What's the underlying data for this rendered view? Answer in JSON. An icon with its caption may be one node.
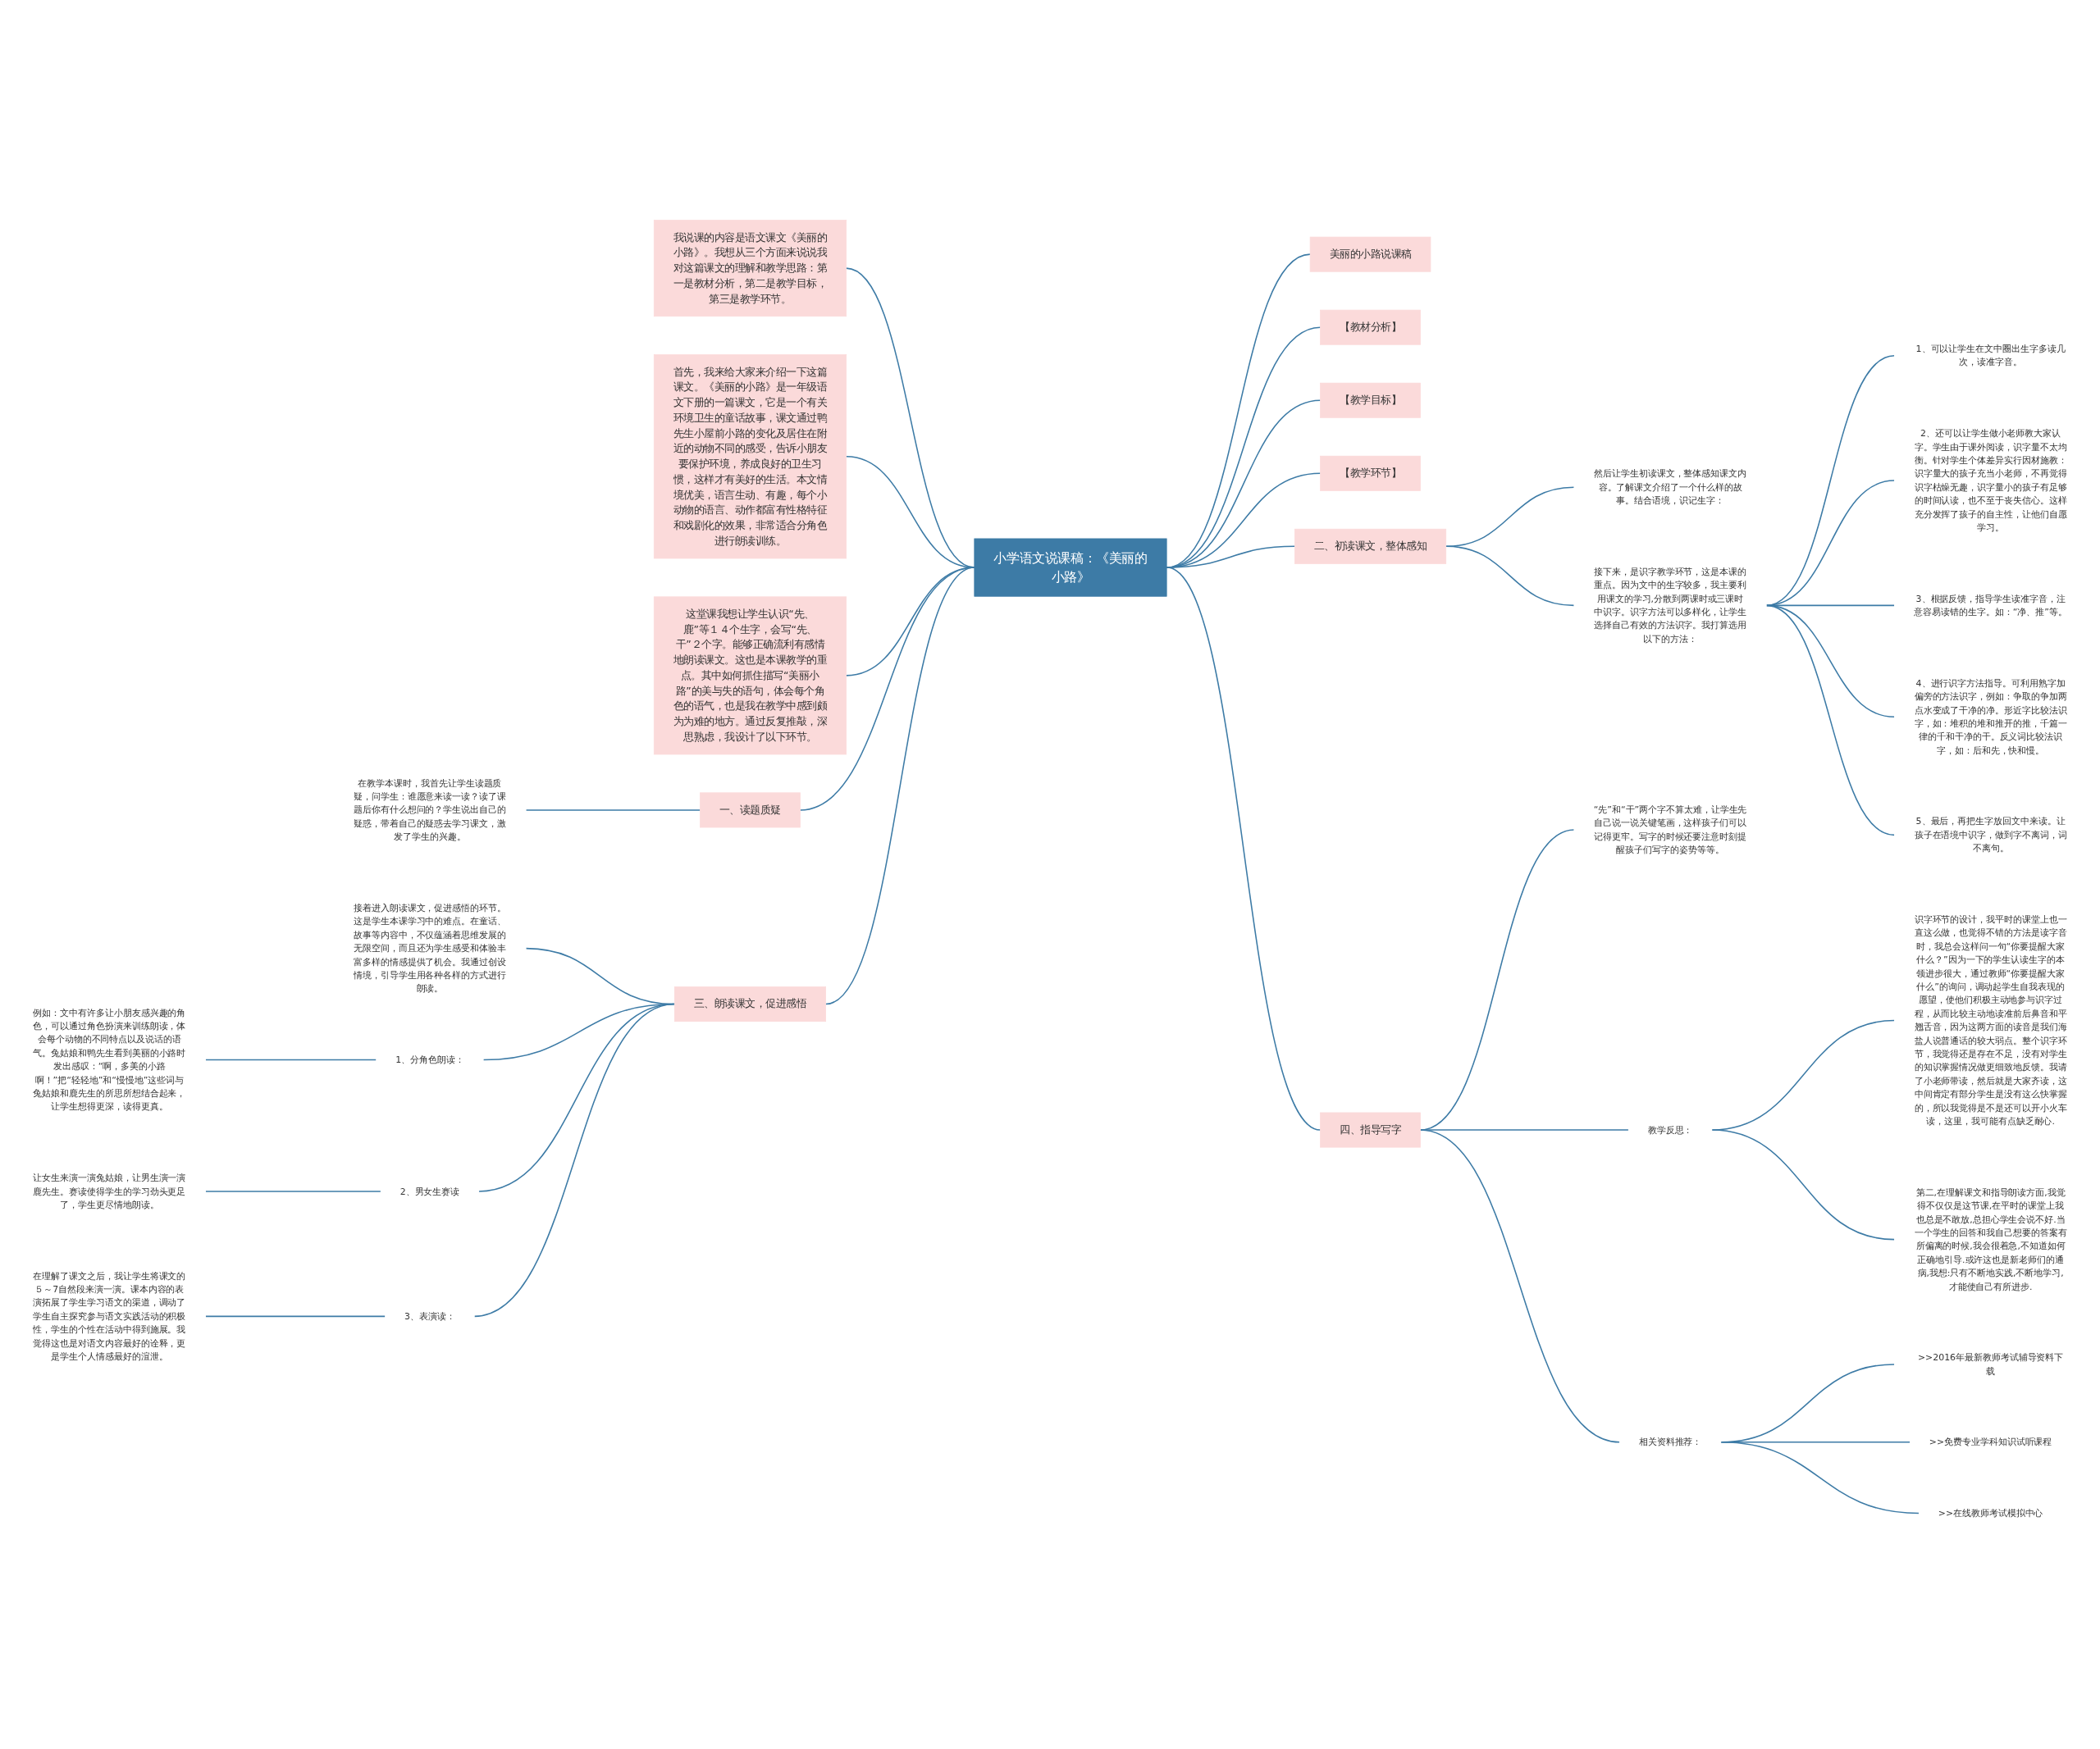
{
  "diagram": {
    "nodes": [
      {
        "text": [
          "小学语文说课稿：《美丽的小路》"
        ]
      },
      {
        "text": [
          "美丽的小路说课稿"
        ]
      },
      {
        "text": [
          "【教材分析】"
        ]
      },
      {
        "text": [
          "【教学目标】"
        ]
      },
      {
        "text": [
          "【教学环节】"
        ]
      },
      {
        "text": [
          "二、初读课文，整体感知"
        ]
      },
      {
        "text": [
          "然后让学生初读课文，整体感知课文内容。了解课文介绍了一个什么样的故事。结合语境，识记生字："
        ]
      },
      {
        "text": [
          "接下来，是识字教学环节，这是本课的重点。因为文中的生字较多，我主要利用课文的学习,分散到两课时或三课时中识字。识字方法可以多样化，让学生选择自己有效的方法识字。我打算选用以下的方法："
        ]
      },
      {
        "text": [
          "1、可以让学生在文中圈出生字多读几次，读准字音。"
        ]
      },
      {
        "text": [
          "2、还可以让学生做小老师教大家认字。学生由于课外阅读，识字量不太均衡。针对学生个体差异实行因材施教：识字量大的孩子充当小老师，不再觉得识字枯燥无趣，识字量小的孩子有足够的时间认读，也不至于丧失信心。这样充分发挥了孩子的自主性，让他们自愿学习。"
        ]
      },
      {
        "text": [
          "3、根据反馈，指导学生读准字音，注意容易读错的生字。如：“净、推”等。"
        ]
      },
      {
        "text": [
          "4、进行识字方法指导。可利用熟字加偏旁的方法识字，例如：争取的争加两点水变成了干净的净。形近字比较法识字，如：堆积的堆和推开的推，千篇一律的千和干净的干。反义词比较法识字，如：后和先，快和慢。"
        ]
      },
      {
        "text": [
          "5、最后，再把生字放回文中来读。让孩子在语境中识字，做到字不离词，词不离句。"
        ]
      },
      {
        "text": [
          "四、指导写字"
        ]
      },
      {
        "text": [
          "“先”和“干”两个字不算太难，让学生先自己说一说关键笔画，这样孩子们可以记得更牢。写字的时候还要注意时刻提醒孩子们写字的姿势等等。"
        ]
      },
      {
        "text": [
          "教学反思："
        ]
      },
      {
        "text": [
          "识字环节的设计，我平时的课堂上也一直这么做，也觉得不错的方法是读字音时，我总会这样问一句“你要提醒大家什么？”因为一下的学生认读生字的本领进步很大，通过教师“你要提醒大家什么”的询问，调动起学生自我表现的愿望，使他们积极主动地参与识字过程，从而比较主动地读准前后鼻音和平翘舌音，因为这两方面的读音是我们海盐人说普通话的较大弱点。整个识字环节，我觉得还是存在不足，没有对学生的知识掌握情况做更细致地反馈。我请了小老师带读，然后就是大家齐读，这中间肯定有部分学生是没有这么快掌握的，所以我觉得是不是还可以开小火车读，这里，我可能有点缺乏耐心."
        ]
      },
      {
        "text": [
          "第二,在理解课文和指导朗读方面,我觉得不仅仅是这节课,在平时的课堂上我也总是不敢放,总担心学生会说不好.当一个学生的回答和我自己想要的答案有所偏离的时候,我会很着急,不知道如何正确地引导.或许这也是新老师们的通病,我想:只有不断地实践,不断地学习,才能使自己有所进步."
        ]
      },
      {
        "text": [
          "相关资料推荐："
        ]
      },
      {
        "text": [
          ">>2016年最新教师考试辅导资料下载"
        ]
      },
      {
        "text": [
          ">>免费专业学科知识试听课程"
        ]
      },
      {
        "text": [
          ">>在线教师考试模拟中心"
        ]
      },
      {
        "text": [
          "我说课的内容是语文课文《美丽的小路》。我想从三个方面来说说我对这篇课文的理解和教学思路：第一是教材分析，第二是教学目标，第三是教学环节。"
        ]
      },
      {
        "text": [
          "首先，我来给大家来介绍一下这篇课文。《美丽的小路》是一年级语文下册的一篇课文，它是一个有关环境卫生的童话故事，课文通过鸭先生小屋前小路的变化及居住在附近的动物不同的感受，告诉小朋友要保护环境，养成良好的卫生习惯，这样才有美好的生活。本文情境优美，语言生动、有趣，每个小动物的语言、动作都富有性格特征和戏剧化的效果，非常适合分角色进行朗读训练。"
        ]
      },
      {
        "text": [
          "这堂课我想让学生认识“先、鹿”等１４个生字，会写“先、干”２个字。能够正确流利有感情地朗读课文。这也是本课教学的重点。其中如何抓住描写“美丽小路”的美与失的语句，体会每个角色的语气，也是我在教学中感到颇为为难的地方。通过反复推敲，深思熟虑，我设计了以下环节。"
        ]
      },
      {
        "text": [
          "一、读题质疑"
        ]
      },
      {
        "text": [
          "在教学本课时，我首先让学生读题质疑，问学生：谁愿意来读一读？读了课题后你有什么想问的？学生说出自己的疑惑，带着自己的疑惑去学习课文，激发了学生的兴趣。"
        ]
      },
      {
        "text": [
          "三、朗读课文，促进感悟"
        ]
      },
      {
        "text": [
          "接着进入朗读课文，促进感悟的环节。这是学生本课学习中的难点。在童话、故事等内容中，不仅蕴涵着思维发展的无限空间，而且还为学生感受和体验丰富多样的情感提供了机会。我通过创设情境，引导学生用各种各样的方式进行朗读。"
        ]
      },
      {
        "text": [
          "1、分角色朗读："
        ]
      },
      {
        "text": [
          "例如：文中有许多让小朋友感兴趣的角色，可以通过角色扮演来训练朗读，体会每个动物的不同特点以及说话的语气。兔姑娘和鸭先生看到美丽的小路时发出感叹：“啊，多美的小路啊！”把“轻轻地”和“慢慢地”这些词与兔姑娘和鹿先生的所思所想结合起来，让学生想得更深，读得更真。"
        ]
      },
      {
        "text": [
          "2、男女生赛读"
        ]
      },
      {
        "text": [
          "让女生来演一演兔姑娘，让男生演一演鹿先生。赛读使得学生的学习劲头更足了，学生更尽情地朗读。"
        ]
      },
      {
        "text": [
          "3、表演读："
        ]
      },
      {
        "text": [
          "在理解了课文之后，我让学生将课文的５～7自然段来演一演。课本内容的表演拓展了学生学习语文的渠道，调动了学生自主探究参与语文实践活动的积极性，学生的个性在活动中得到施展。我觉得这也是对语文内容最好的诠释，更是学生个人情感最好的渲泄。"
        ]
      }
    ],
    "edges": [
      {
        "from": 0,
        "to": 1,
        "arrow": "none"
      },
      {
        "from": 0,
        "to": 2,
        "arrow": "none"
      },
      {
        "from": 0,
        "to": 3,
        "arrow": "none"
      },
      {
        "from": 0,
        "to": 4,
        "arrow": "none"
      },
      {
        "from": 0,
        "to": 5,
        "arrow": "none"
      },
      {
        "from": 5,
        "to": 6,
        "arrow": "none"
      },
      {
        "from": 5,
        "to": 7,
        "arrow": "none"
      },
      {
        "from": 7,
        "to": 8,
        "arrow": "none"
      },
      {
        "from": 7,
        "to": 9,
        "arrow": "none"
      },
      {
        "from": 7,
        "to": 10,
        "arrow": "none"
      },
      {
        "from": 7,
        "to": 11,
        "arrow": "none"
      },
      {
        "from": 7,
        "to": 12,
        "arrow": "none"
      },
      {
        "from": 0,
        "to": 13,
        "arrow": "none"
      },
      {
        "from": 13,
        "to": 14,
        "arrow": "none"
      },
      {
        "from": 13,
        "to": 15,
        "arrow": "none"
      },
      {
        "from": 15,
        "to": 16,
        "arrow": "none"
      },
      {
        "from": 15,
        "to": 17,
        "arrow": "none"
      },
      {
        "from": 13,
        "to": 18,
        "arrow": "none"
      },
      {
        "from": 18,
        "to": 19,
        "arrow": "none"
      },
      {
        "from": 18,
        "to": 20,
        "arrow": "none"
      },
      {
        "from": 18,
        "to": 21,
        "arrow": "none"
      },
      {
        "from": 0,
        "to": 22,
        "arrow": "none"
      },
      {
        "from": 0,
        "to": 23,
        "arrow": "none"
      },
      {
        "from": 0,
        "to": 24,
        "arrow": "none"
      },
      {
        "from": 0,
        "to": 25,
        "arrow": "none"
      },
      {
        "from": 25,
        "to": 26,
        "arrow": "none"
      },
      {
        "from": 0,
        "to": 27,
        "arrow": "none"
      },
      {
        "from": 27,
        "to": 28,
        "arrow": "none"
      },
      {
        "from": 27,
        "to": 29,
        "arrow": "none"
      },
      {
        "from": 29,
        "to": 30,
        "arrow": "none"
      },
      {
        "from": 27,
        "to": 31,
        "arrow": "none"
      },
      {
        "from": 31,
        "to": 32,
        "arrow": "none"
      },
      {
        "from": 27,
        "to": 33,
        "arrow": "none"
      },
      {
        "from": 33,
        "to": 34,
        "arrow": "none"
      }
    ]
  }
}
